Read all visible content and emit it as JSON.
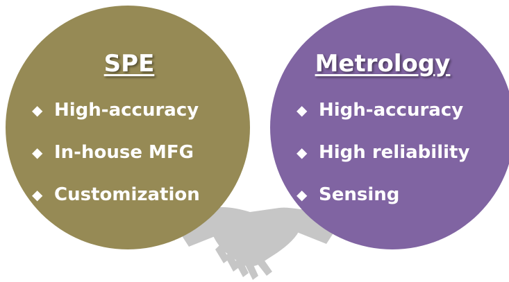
{
  "colors": {
    "left_circle": "#968a55",
    "right_circle": "#8064a2",
    "handshake": "#c6c6c6",
    "text": "#ffffff"
  },
  "icons": {
    "bullet": "diamond-icon",
    "background": "handshake-icon"
  },
  "left": {
    "title": "SPE",
    "items": [
      {
        "marker": "◆",
        "label": "High-accuracy"
      },
      {
        "marker": "◆",
        "label": "In-house MFG"
      },
      {
        "marker": "◆",
        "label": "Customization"
      }
    ]
  },
  "right": {
    "title": "Metrology",
    "items": [
      {
        "marker": "◆",
        "label": "High-accuracy"
      },
      {
        "marker": "◆",
        "label": "High reliability"
      },
      {
        "marker": "◆",
        "label": "Sensing"
      }
    ]
  }
}
